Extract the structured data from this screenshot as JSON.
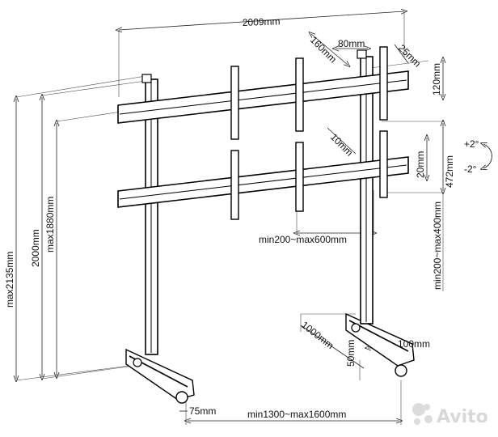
{
  "dimensions": {
    "overall_width": "2009mm",
    "top_gap": "160mm",
    "bracket_width": "80mm",
    "bracket_offset": "25mm",
    "bracket_height": "120mm",
    "bar_thickness": "10mm",
    "tilt_travel": "20mm",
    "bracket_length": "472mm",
    "tilt_up": "+2°",
    "tilt_down": "-2°",
    "vertical_spacing": "min200~max400mm",
    "horizontal_spacing": "min200~max600mm",
    "max_height": "max2135mm",
    "height": "2000mm",
    "max_bar_height": "max1880mm",
    "base_depth": "1000mm",
    "foot_width": "100mm",
    "foot_offset": "50mm",
    "caster_offset": "75mm",
    "base_spacing": "min1300~max1600mm"
  },
  "watermark": {
    "text": "Avito",
    "icon": "avito-dots-icon"
  }
}
